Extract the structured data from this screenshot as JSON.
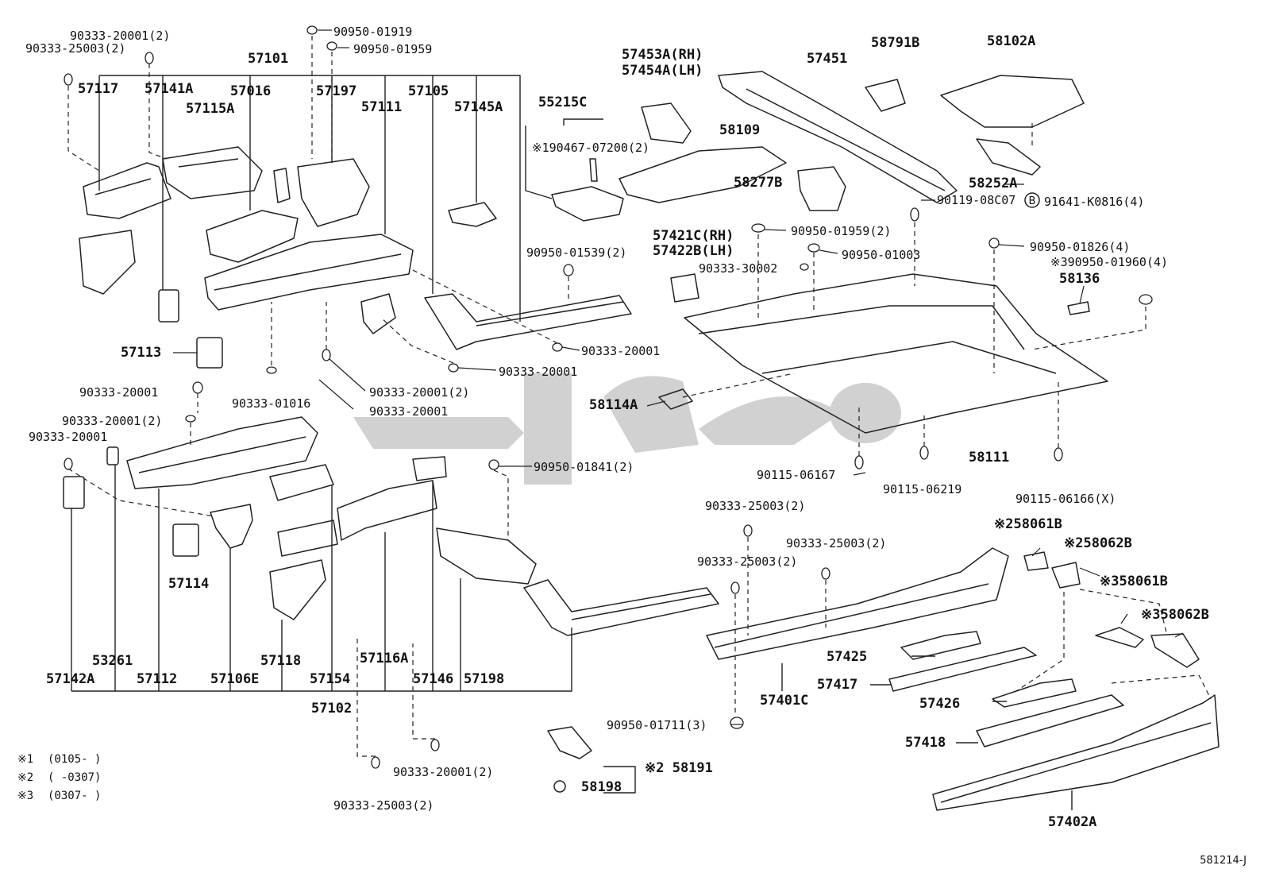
{
  "diagram_code": "581214-J",
  "notes": [
    {
      "mark": "※1",
      "text": "(0105-        )"
    },
    {
      "mark": "※2",
      "text": "(        -0307)"
    },
    {
      "mark": "※3",
      "text": "(0307-        )"
    }
  ],
  "labels": {
    "p90333_20001_2_a": "90333-20001(2)",
    "p90333_25003_2_a": "90333-25003(2)",
    "p57101": "57101",
    "p90950_01919": "90950-01919",
    "p90950_01959": "90950-01959",
    "p57117": "57117",
    "p57141A": "57141A",
    "p57016": "57016",
    "p57197": "57197",
    "p57105": "57105",
    "p57115A": "57115A",
    "p57111": "57111",
    "p57145A": "57145A",
    "p55215C": "55215C",
    "p190467": "※190467-07200(2)",
    "p90950_01539": "90950-01539(2)",
    "p57113": "57113",
    "p90333_20001_b": "90333-20001",
    "p90333_20001_c": "90333-20001",
    "p90333_20001_d": "90333-20001",
    "p90333_20001_2_e": "90333-20001(2)",
    "p90333_20001_f": "90333-20001",
    "p90333_01016": "90333-01016",
    "p90333_20001_2_g": "90333-20001(2)",
    "p90333_20001_h": "90333-20001",
    "p90950_01841": "90950-01841(2)",
    "p57114": "57114",
    "p53261": "53261",
    "p57118": "57118",
    "p57116A": "57116A",
    "p57142A": "57142A",
    "p57112": "57112",
    "p57106E": "57106E",
    "p57154": "57154",
    "p57146": "57146",
    "p57198": "57198",
    "p57102": "57102",
    "p90333_20001_2_i": "90333-20001(2)",
    "p90333_25003_2_j": "90333-25003(2)",
    "p57453A": "57453A(RH)",
    "p57454A": "57454A(LH)",
    "p57451": "57451",
    "p58791B": "58791B",
    "p58102A": "58102A",
    "p58109": "58109",
    "p58252A": "58252A",
    "p91641": "91641-K0816(4)",
    "p58277B": "58277B",
    "p90119": "90119-08C07",
    "p57421C": "57421C(RH)",
    "p57422B": "57422B(LH)",
    "p90950_01959_2": "90950-01959(2)",
    "p90950_01826": "90950-01826(4)",
    "p90950_01003": "90950-01003",
    "p90950_01960": "※390950-01960(4)",
    "p90333_30002": "90333-30002",
    "p58136": "58136",
    "p58114A": "58114A",
    "p90115_06167": "90115-06167",
    "p90115_06219": "90115-06219",
    "p58111": "58111",
    "p90115_06166": "90115-06166(X)",
    "p90333_25003_2_k": "90333-25003(2)",
    "p58061B_2": "※258061B",
    "p58062B_2": "※258062B",
    "p90333_25003_2_l": "90333-25003(2)",
    "p90333_25003_2_m": "90333-25003(2)",
    "p58061B_3": "※358061B",
    "p58062B_3": "※358062B",
    "p57425": "57425",
    "p57417": "57417",
    "p57401C": "57401C",
    "p57426": "57426",
    "p90950_01711": "90950-01711(3)",
    "p57418": "57418",
    "p58191": "※2 58191",
    "p58198": "58198",
    "p57402A": "57402A",
    "b_mark": "B"
  }
}
